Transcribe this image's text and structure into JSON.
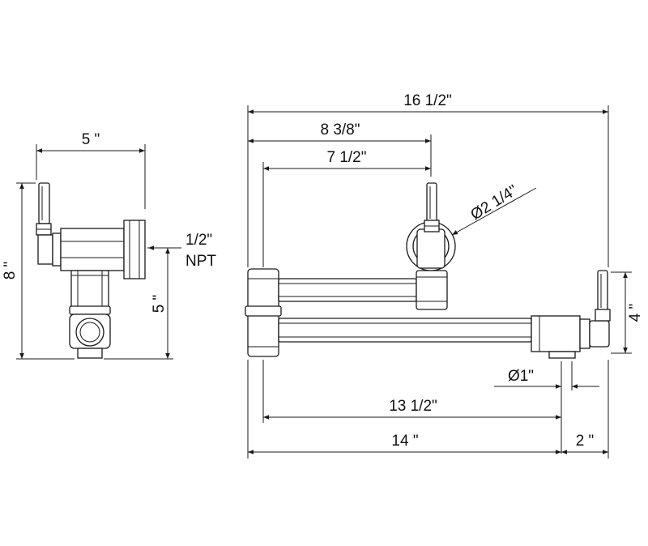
{
  "side_view": {
    "width": "5 \"",
    "height": "8 \"",
    "mount_height": "5 \"",
    "inlet_size": "1/2\"",
    "inlet_thread": "NPT"
  },
  "front_view": {
    "overall_length": "16 1/2\"",
    "handle_to_wall": "8  3/8\"",
    "elbow_to_handle": "7  1/2\"",
    "escutcheon_diameter": "Ø2 1/4\"",
    "spout_height": "4 \"",
    "outlet_diameter": "Ø1\"",
    "reach_to_outlet": "13  1/2\"",
    "reach": "14 \"",
    "handle_offset": "2 \""
  }
}
